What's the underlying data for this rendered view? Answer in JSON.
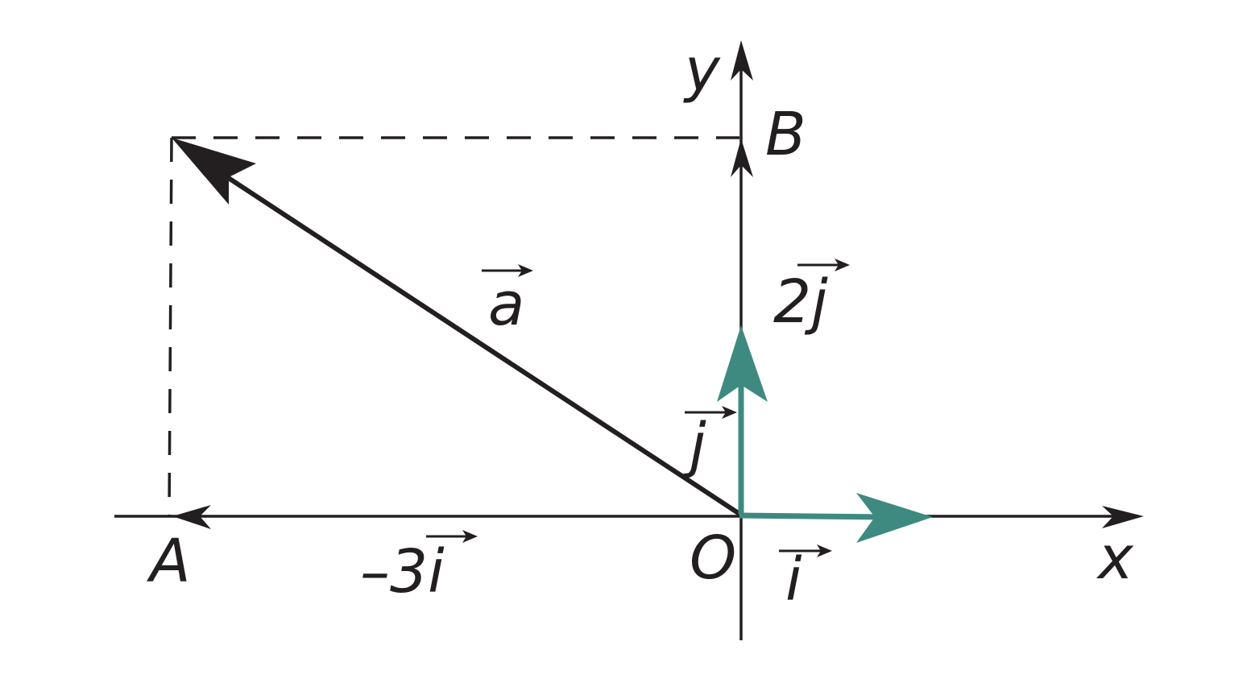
{
  "labels": {
    "y_axis": "y",
    "x_axis": "x",
    "point_b": "B",
    "point_a": "A",
    "origin": "O",
    "vector_a": "a",
    "vector_2j": "2j",
    "vector_j": "j",
    "vector_i": "i",
    "vector_neg3i": "–3i"
  },
  "colors": {
    "ink": "#231f20",
    "unit_vector": "#3f8a80"
  }
}
